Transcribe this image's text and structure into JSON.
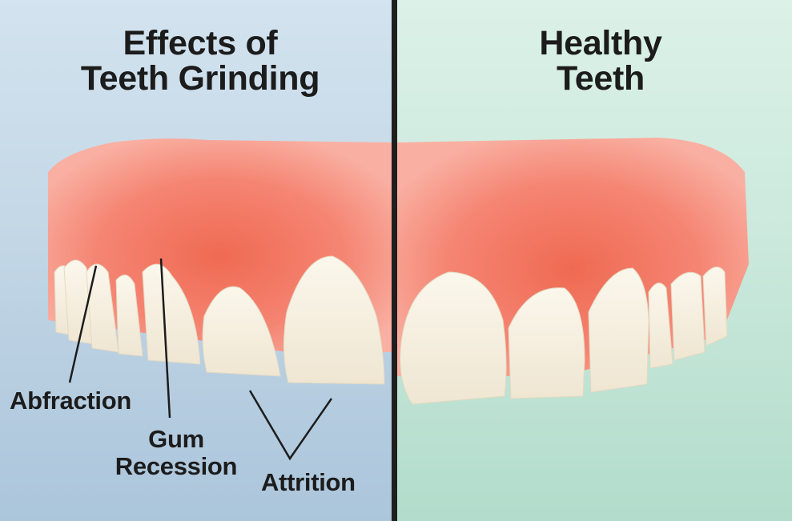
{
  "left_panel": {
    "title_line1": "Effects of",
    "title_line2": "Teeth Grinding",
    "background_color": "#c3d7e6",
    "labels": {
      "abfraction": "Abfraction",
      "gum_recession_line1": "Gum",
      "gum_recession_line2": "Recession",
      "attrition": "Attrition"
    }
  },
  "right_panel": {
    "title_line1": "Healthy",
    "title_line2": "Teeth",
    "background_color": "#cbe9dc"
  },
  "colors": {
    "gum": "#f27a66",
    "gum_light": "#f8a898",
    "tooth": "#f6f0e0",
    "divider": "#1f1f1f",
    "text": "#1c1c1c"
  }
}
